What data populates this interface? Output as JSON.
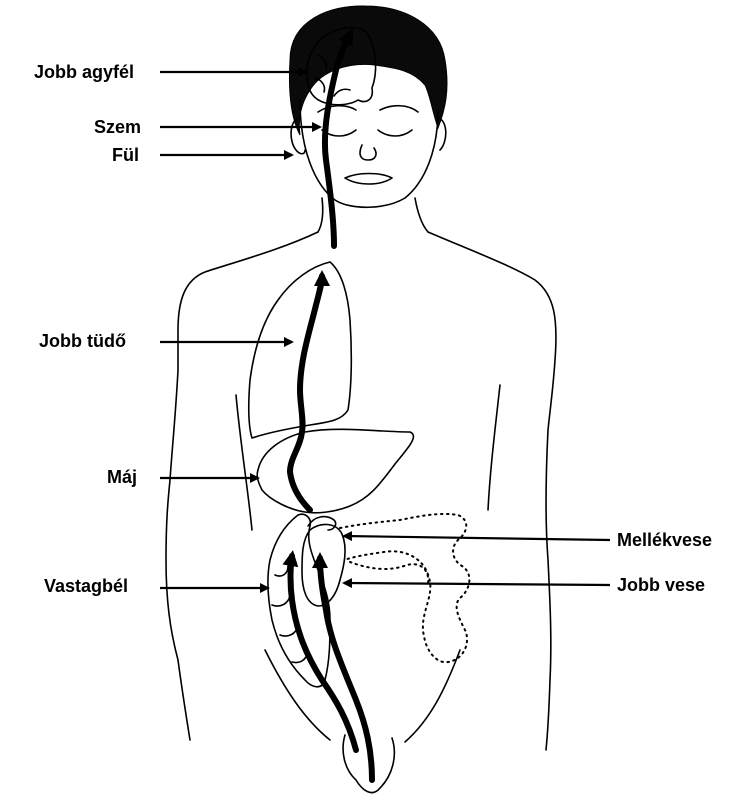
{
  "labels": {
    "right_brain": "Jobb agyfél",
    "eye": "Szem",
    "ear": "Fül",
    "right_lung": "Jobb tüdő",
    "liver": "Máj",
    "colon": "Vastagbél",
    "adrenal": "Mellékvese",
    "right_kidney": "Jobb vese"
  }
}
